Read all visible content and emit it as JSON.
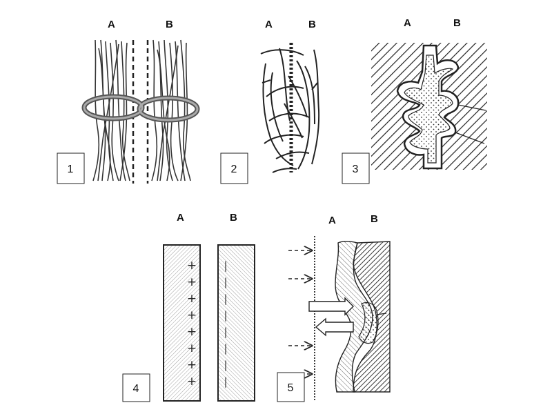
{
  "panels": [
    {
      "id": 1,
      "number": "1",
      "label_a": "A",
      "label_b": "B"
    },
    {
      "id": 2,
      "number": "2",
      "label_a": "A",
      "label_b": "B"
    },
    {
      "id": 3,
      "number": "3",
      "label_a": "A",
      "label_b": "B"
    },
    {
      "id": 4,
      "number": "4",
      "label_a": "A",
      "label_b": "B",
      "symbol_a": "+",
      "symbol_b": "|"
    },
    {
      "id": 5,
      "number": "5",
      "label_a": "A",
      "label_b": "B"
    }
  ]
}
